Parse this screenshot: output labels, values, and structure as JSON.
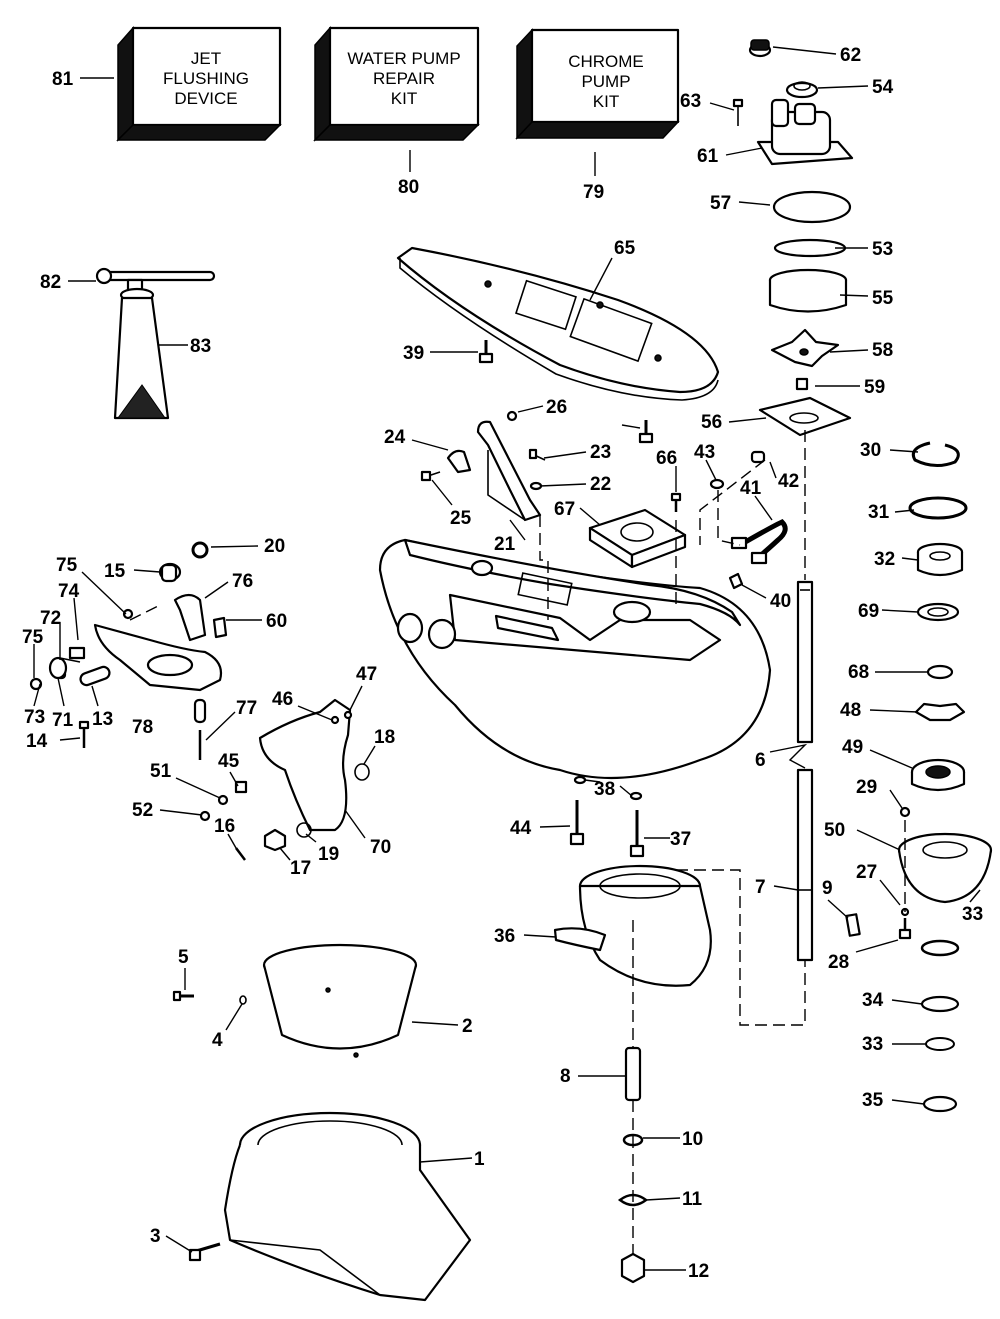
{
  "kits": {
    "jet_flushing": [
      "JET",
      "FLUSHING",
      "DEVICE"
    ],
    "water_pump_repair": [
      "WATER PUMP",
      "REPAIR",
      "KIT"
    ],
    "chrome_pump": [
      "CHROME",
      "PUMP",
      "KIT"
    ]
  },
  "callouts": [
    "81",
    "80",
    "79",
    "62",
    "54",
    "63",
    "61",
    "57",
    "53",
    "55",
    "58",
    "59",
    "65",
    "82",
    "83",
    "39",
    "26",
    "24",
    "23",
    "22",
    "25",
    "21",
    "66",
    "43",
    "42",
    "41",
    "56",
    "30",
    "31",
    "32",
    "69",
    "67",
    "40",
    "68",
    "48",
    "49",
    "15",
    "20",
    "75",
    "76",
    "74",
    "72",
    "60",
    "75",
    "73",
    "71",
    "13",
    "78",
    "14",
    "77",
    "46",
    "47",
    "18",
    "45",
    "51",
    "52",
    "16",
    "70",
    "17",
    "19",
    "6",
    "29",
    "50",
    "27",
    "33",
    "28",
    "9",
    "7",
    "44",
    "38",
    "37",
    "36",
    "34",
    "33",
    "35",
    "5",
    "4",
    "2",
    "8",
    "10",
    "11",
    "1",
    "3",
    "12"
  ]
}
